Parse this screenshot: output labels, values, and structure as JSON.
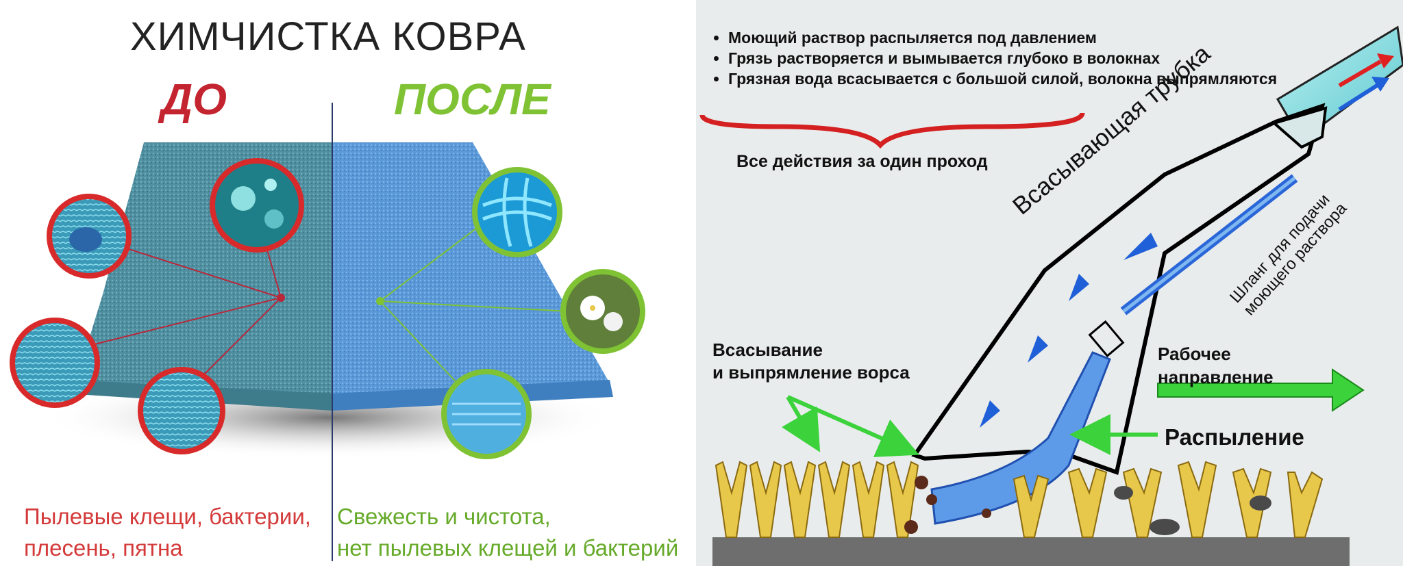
{
  "left": {
    "title": "ХИМЧИСТКА КОВРА",
    "before_label": "ДО",
    "after_label": "ПОСЛЕ",
    "caption_before_line1": "Пылевые клещи, бактерии,",
    "caption_before_line2": "плесень, пятна",
    "caption_after_line1": "Свежесть и чистота,",
    "caption_after_line2": "нет пылевых клещей и бактерий",
    "colors": {
      "before": "#c4242f",
      "after": "#7fc234",
      "carpet_dirty": "#4f8fa0",
      "carpet_clean": "#5a98d8"
    }
  },
  "right": {
    "bullets": [
      "Моющий раствор распыляется под давлением",
      "Грязь растворяется и вымывается глубоко в волокнах",
      "Грязная вода всасывается с большой силой, волокна выпрямляются"
    ],
    "summary": "Все действия за один проход",
    "label_tube": "Всасывающая трубка",
    "label_hose_line1": "Шланг для подачи",
    "label_hose_line2": "моющего раствора",
    "label_suction_line1": "Всасывание",
    "label_suction_line2": "и выпрямление ворса",
    "label_direction_line1": "Рабочее",
    "label_direction_line2": "направление",
    "label_spray": "Распыление",
    "colors": {
      "arrow_green": "#3bd23b",
      "flow_blue": "#1f5fd8",
      "flow_red": "#e02020",
      "fiber": "#e8c84a",
      "floor": "#6e6e6e",
      "brace": "#d42020"
    }
  }
}
